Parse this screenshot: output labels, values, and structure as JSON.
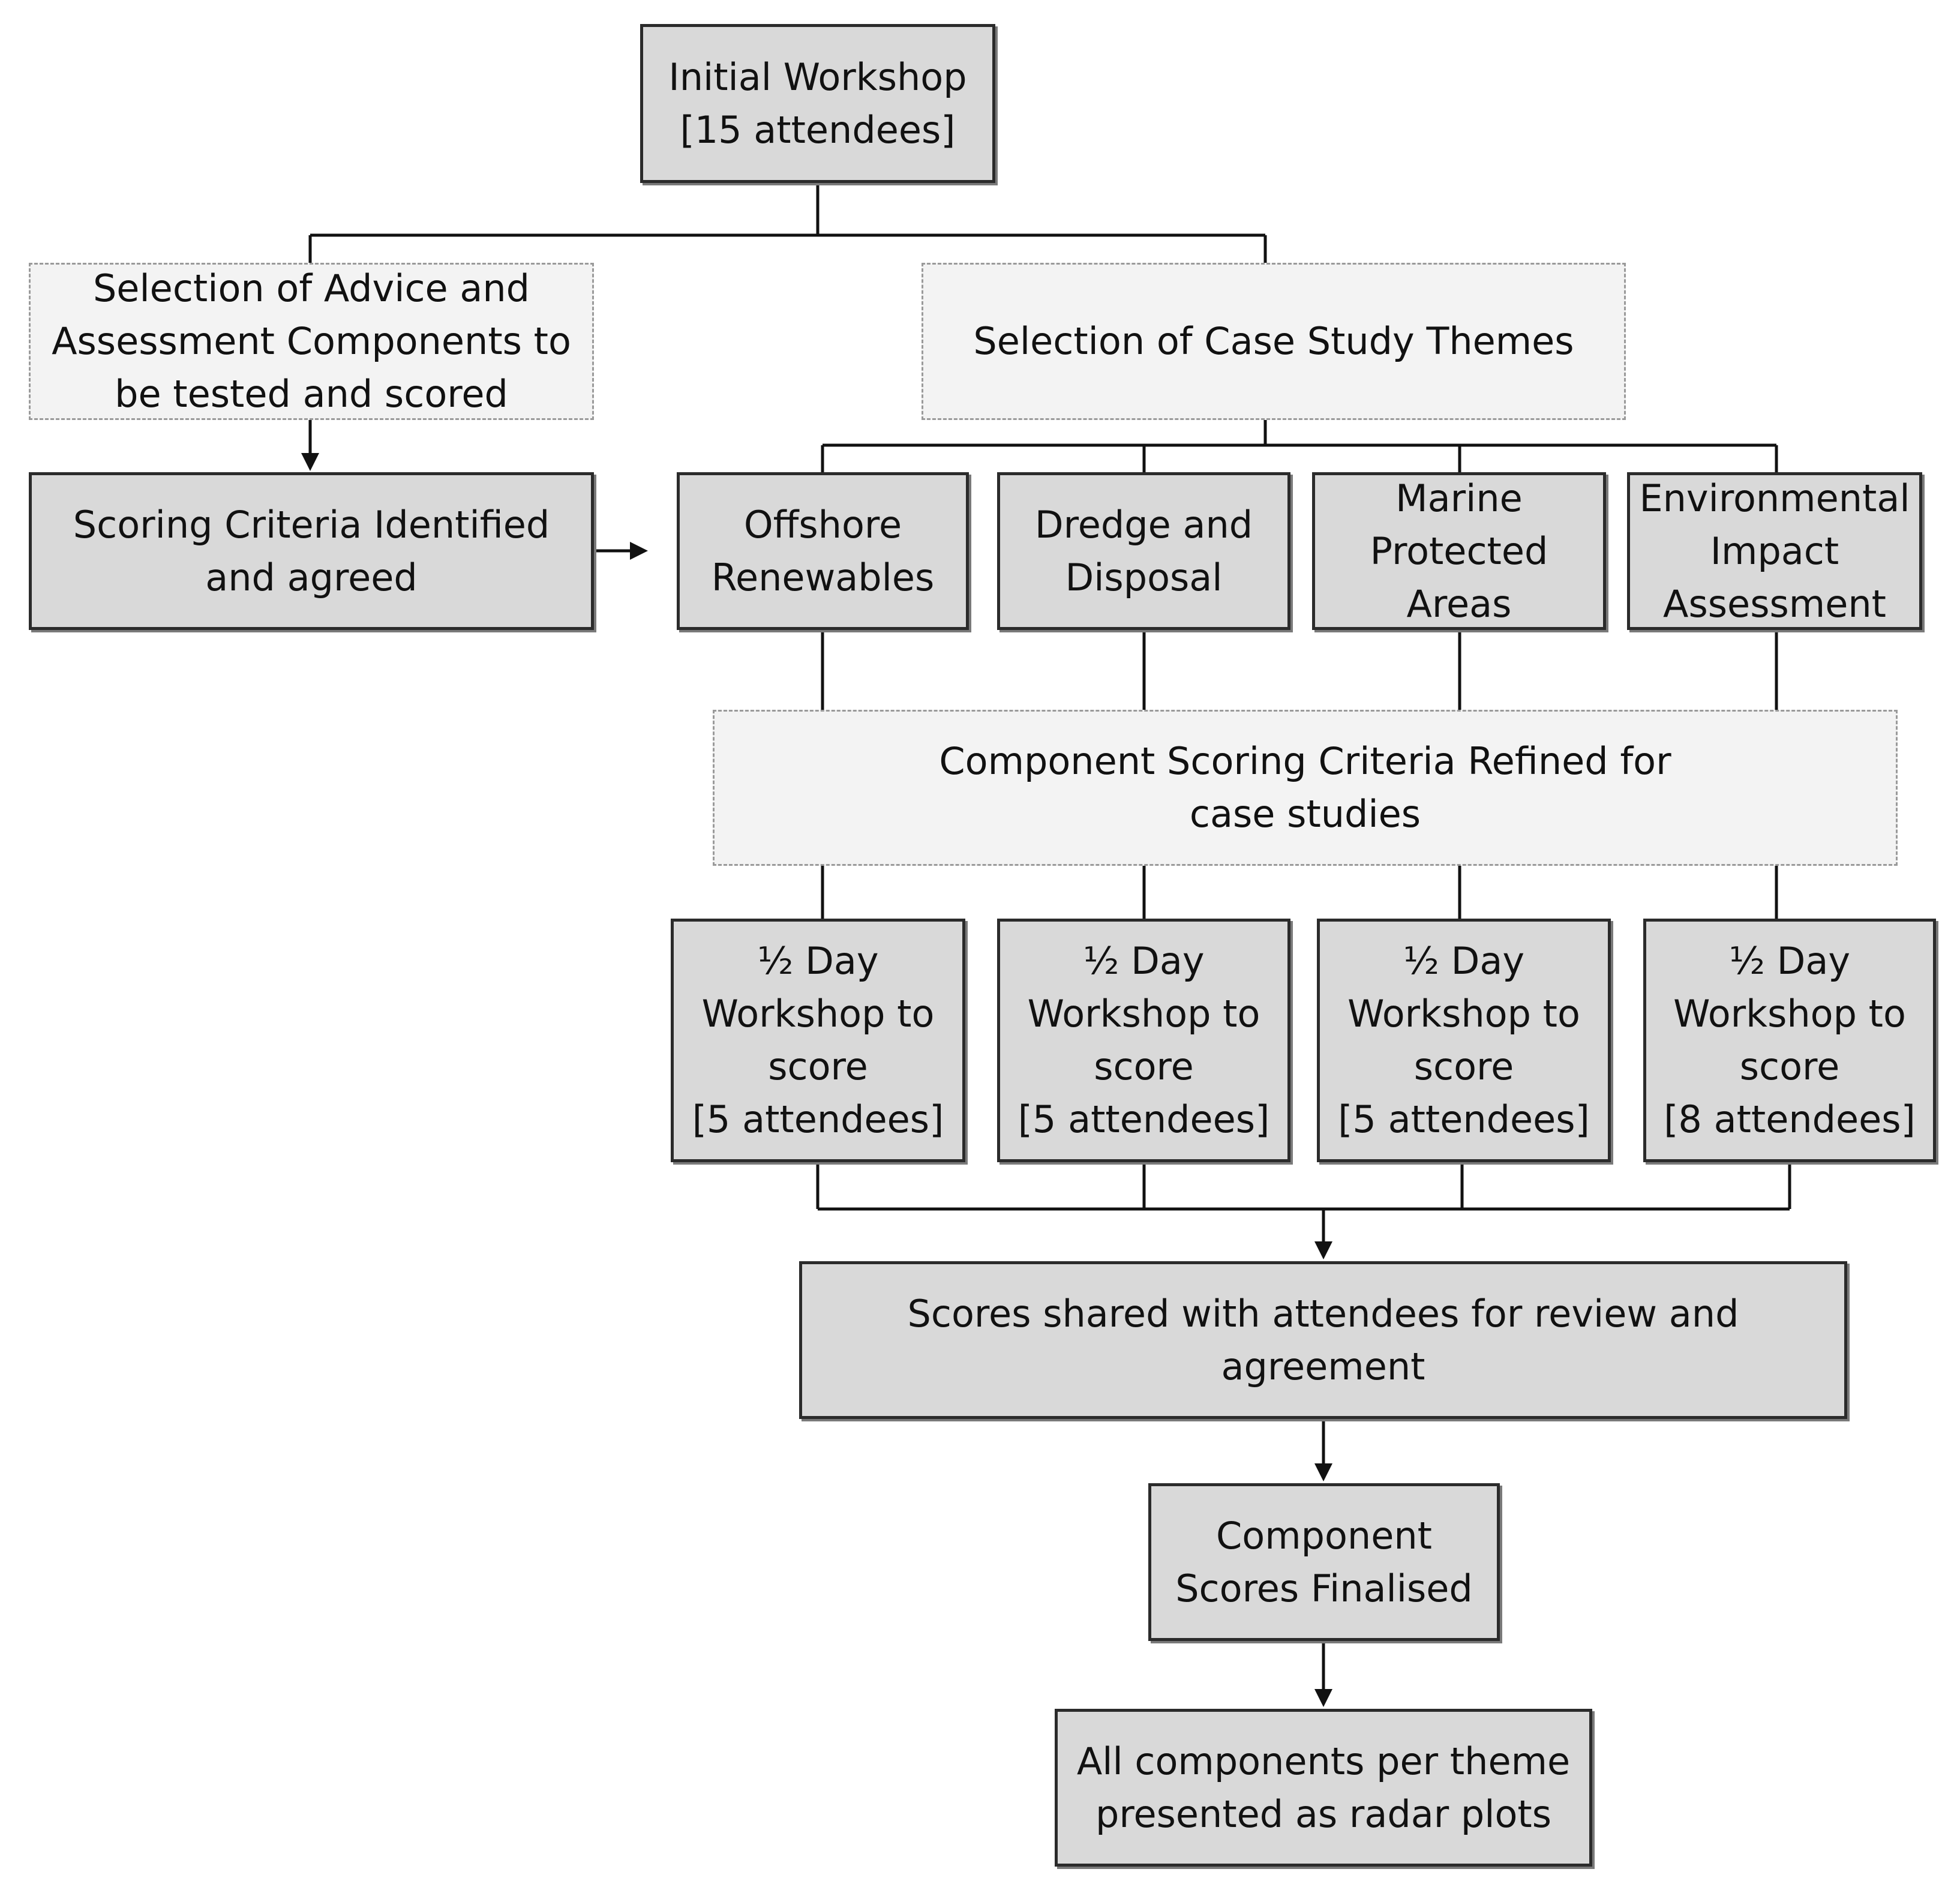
{
  "diagram": {
    "initial_workshop": "Initial Workshop\n[15 attendees]",
    "selection_components": "Selection of Advice and\nAssessment Components to\nbe tested and scored",
    "selection_themes": "Selection of Case Study Themes",
    "scoring_criteria": "Scoring Criteria Identified\nand agreed",
    "themes": [
      "Offshore\nRenewables",
      "Dredge and\nDisposal",
      "Marine\nProtected\nAreas",
      "Environmental\nImpact\nAssessment"
    ],
    "refined_criteria": "Component Scoring Criteria Refined for\ncase studies",
    "workshops": [
      "½ Day\nWorkshop to\nscore\n[5 attendees]",
      "½ Day\nWorkshop to\nscore\n[5 attendees]",
      "½ Day\nWorkshop to\nscore\n[5 attendees]",
      "½ Day\nWorkshop to\nscore\n[8 attendees]"
    ],
    "scores_shared": "Scores shared with attendees for review and agreement",
    "scores_finalised": "Component\nScores Finalised",
    "radar_plots": "All components per theme\npresented as radar plots"
  }
}
